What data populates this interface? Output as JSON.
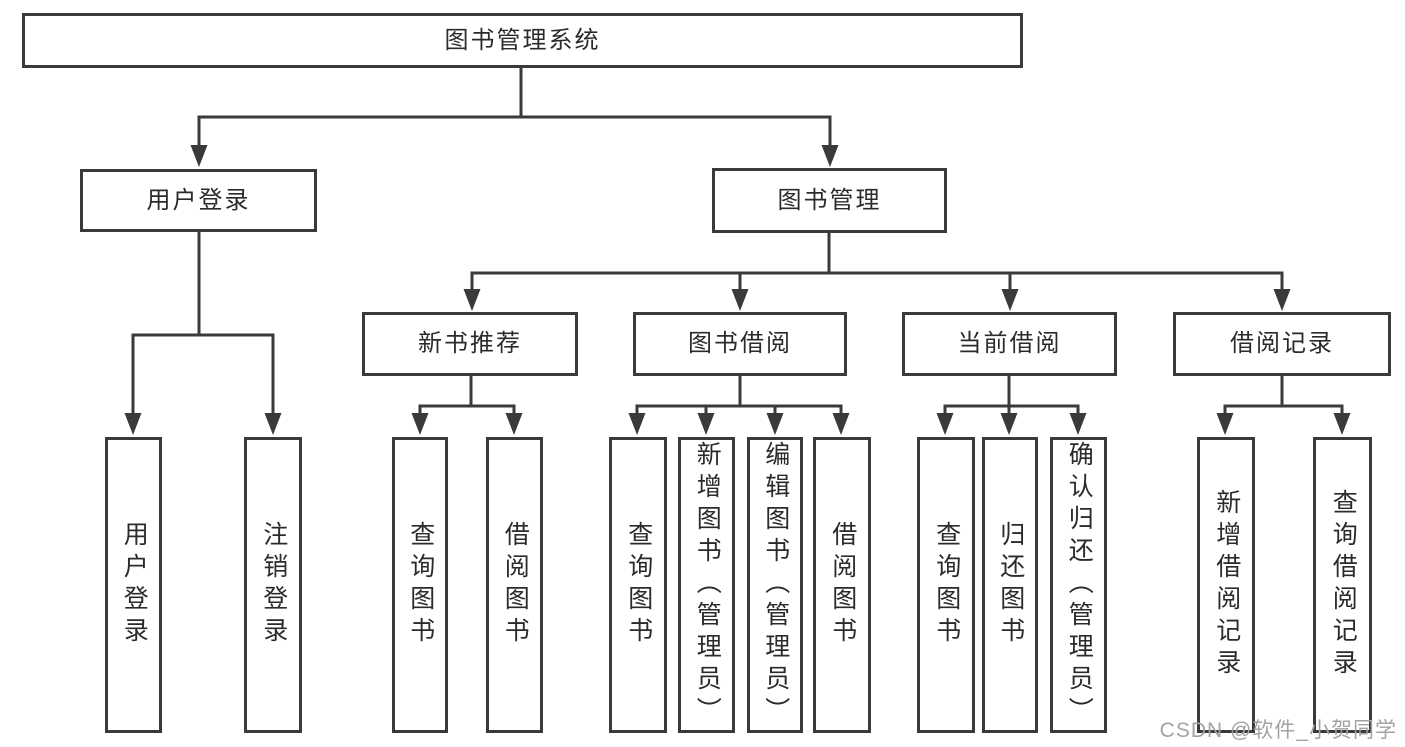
{
  "tree": {
    "label": "图书管理系统",
    "children": [
      {
        "label": "用户登录",
        "children": [
          {
            "label": "用户登录"
          },
          {
            "label": "注销登录"
          }
        ]
      },
      {
        "label": "图书管理",
        "children": [
          {
            "label": "新书推荐",
            "children": [
              {
                "label": "查询图书"
              },
              {
                "label": "借阅图书"
              }
            ]
          },
          {
            "label": "图书借阅",
            "children": [
              {
                "label": "查询图书"
              },
              {
                "label": "新增图书（管理员）"
              },
              {
                "label": "编辑图书（管理员）"
              },
              {
                "label": "借阅图书"
              }
            ]
          },
          {
            "label": "当前借阅",
            "children": [
              {
                "label": "查询图书"
              },
              {
                "label": "归还图书"
              },
              {
                "label": "确认归还（管理员）"
              }
            ]
          },
          {
            "label": "借阅记录",
            "children": [
              {
                "label": "新增借阅记录"
              },
              {
                "label": "查询借阅记录"
              }
            ]
          }
        ]
      }
    ]
  },
  "watermark": {
    "text": "CSDN @软件_小贺同学"
  },
  "colors": {
    "line": "#3a3a3a",
    "text": "#2b2b2b",
    "watermark": "#a3a3a3",
    "background": "#ffffff"
  }
}
